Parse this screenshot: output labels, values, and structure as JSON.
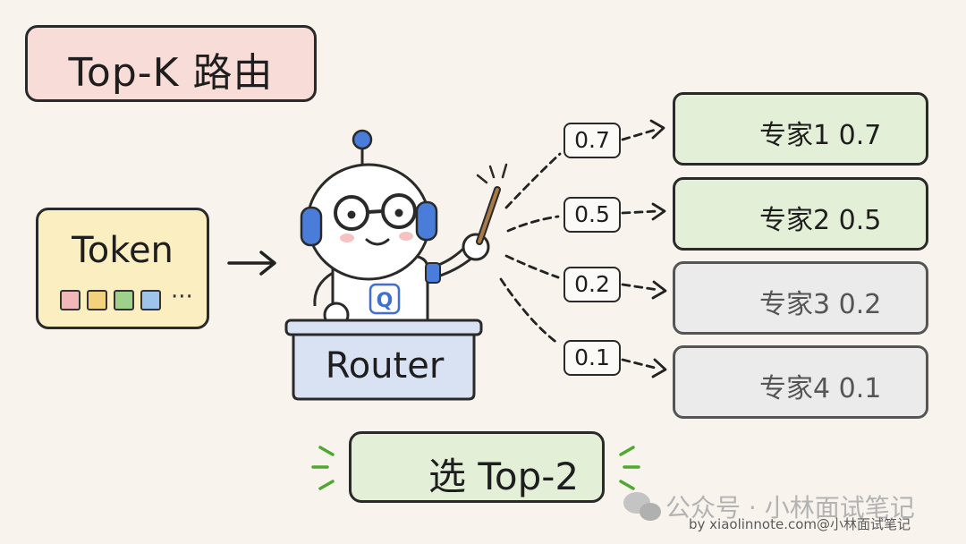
{
  "title": "Top-K 路由",
  "token": {
    "label": "Token",
    "ellipsis": "···",
    "colors": [
      "#f2b8b8",
      "#f2d27a",
      "#9fd18a",
      "#9fc4ec"
    ]
  },
  "router": {
    "label": "Router",
    "badge": "Q"
  },
  "experts": [
    {
      "score": "0.7",
      "label": "专家1  0.7",
      "selected": true
    },
    {
      "score": "0.5",
      "label": "专家2  0.5",
      "selected": true
    },
    {
      "score": "0.2",
      "label": "专家3  0.2",
      "selected": false
    },
    {
      "score": "0.1",
      "label": "专家4  0.1",
      "selected": false
    }
  ],
  "result": {
    "label": "选 Top-2"
  },
  "watermark": {
    "main": "公众号 · 小林面试笔记",
    "sub": "by xiaolinnote.com@小林面试笔记"
  },
  "colors": {
    "background": "#f8f3ec",
    "selected": "#e3efd6",
    "unselected": "#ebebeb",
    "check": "#5aa832",
    "robot_blue": "#3f6fd1"
  }
}
